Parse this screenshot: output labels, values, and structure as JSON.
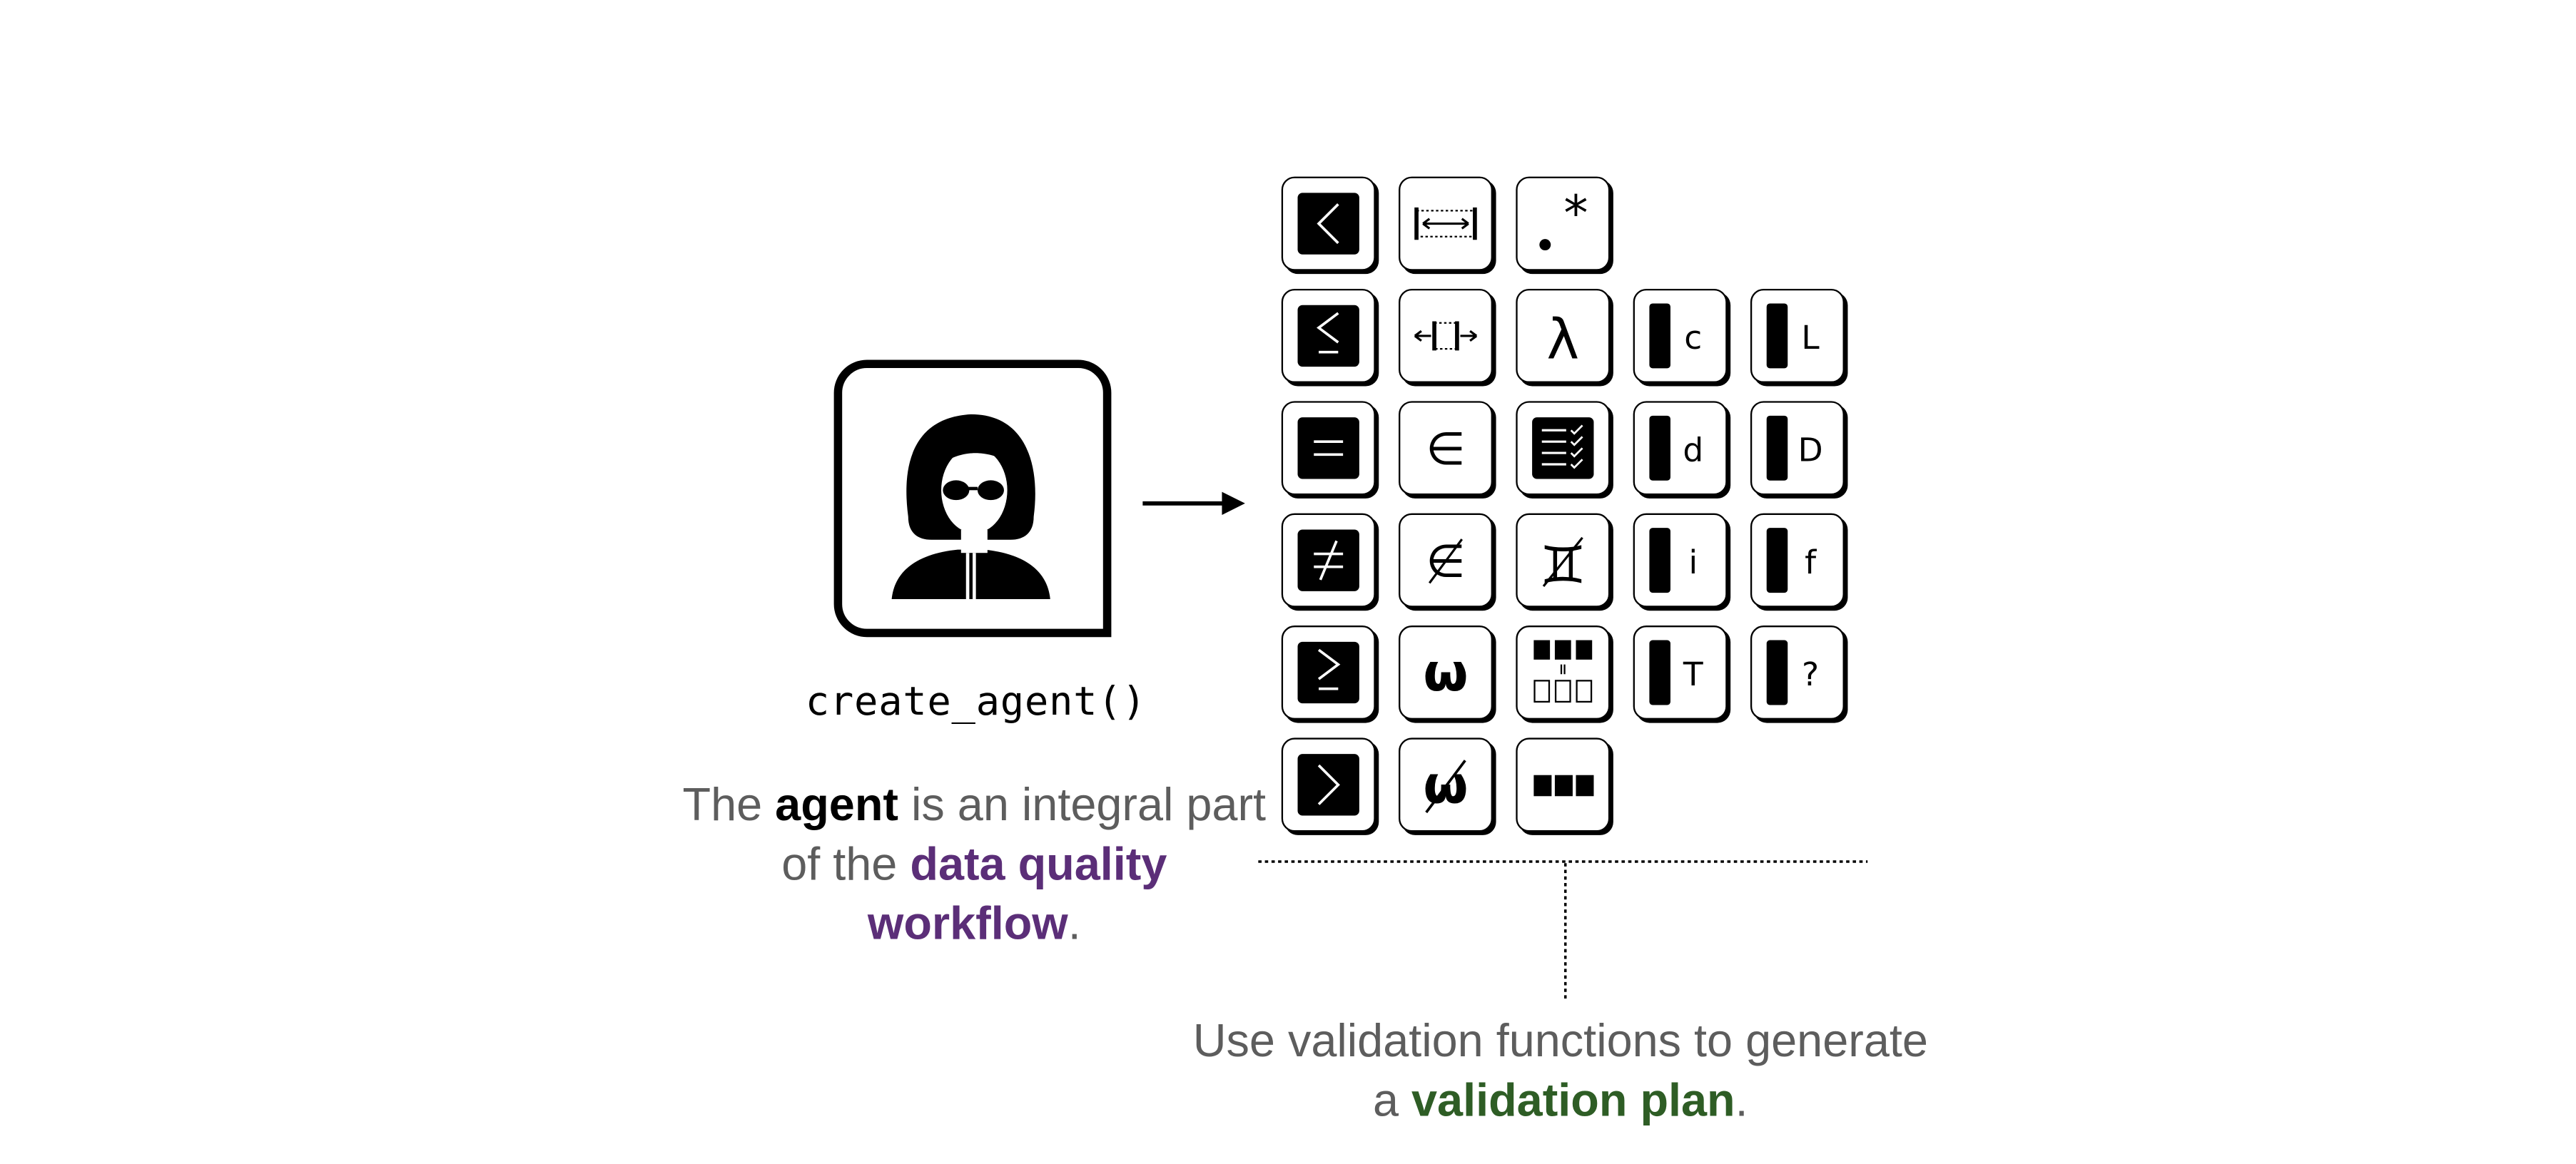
{
  "agent": {
    "icon": "agent-avatar-icon",
    "function_label": "create_agent()",
    "caption": {
      "pre": "The ",
      "bold": "agent",
      "mid": " is an integral part of the ",
      "accent": "data quality workflow",
      "post": "."
    }
  },
  "validation": {
    "caption": {
      "pre": "Use validation functions to generate a ",
      "accent": "validation plan",
      "post": "."
    },
    "tiles": [
      {
        "icon": "col-vals-lt-icon",
        "row": 0,
        "col": 0
      },
      {
        "icon": "col-vals-between-icon",
        "row": 0,
        "col": 1
      },
      {
        "icon": "col-vals-regex-icon",
        "row": 0,
        "col": 2
      },
      {
        "icon": "col-vals-lte-icon",
        "row": 1,
        "col": 0
      },
      {
        "icon": "col-vals-outside-icon",
        "row": 1,
        "col": 1
      },
      {
        "icon": "col-vals-expr-icon",
        "row": 1,
        "col": 2
      },
      {
        "icon": "col-is-character-icon",
        "row": 1,
        "col": 3,
        "letter": "c"
      },
      {
        "icon": "col-is-logical-icon",
        "row": 1,
        "col": 4,
        "letter": "L"
      },
      {
        "icon": "col-vals-equal-icon",
        "row": 2,
        "col": 0
      },
      {
        "icon": "col-vals-in-set-icon",
        "row": 2,
        "col": 1
      },
      {
        "icon": "conjointly-icon",
        "row": 2,
        "col": 2
      },
      {
        "icon": "col-is-numeric-icon",
        "row": 2,
        "col": 3,
        "letter": "d"
      },
      {
        "icon": "col-is-date-icon",
        "row": 2,
        "col": 4,
        "letter": "D"
      },
      {
        "icon": "col-vals-not-equal-icon",
        "row": 3,
        "col": 0
      },
      {
        "icon": "col-vals-not-in-set-icon",
        "row": 3,
        "col": 1
      },
      {
        "icon": "rows-distinct-not-icon",
        "row": 3,
        "col": 2
      },
      {
        "icon": "col-is-integer-icon",
        "row": 3,
        "col": 3,
        "letter": "i"
      },
      {
        "icon": "col-is-factor-icon",
        "row": 3,
        "col": 4,
        "letter": "f"
      },
      {
        "icon": "col-vals-gte-icon",
        "row": 4,
        "col": 0
      },
      {
        "icon": "col-vals-null-icon",
        "row": 4,
        "col": 1
      },
      {
        "icon": "col-schema-match-icon",
        "row": 4,
        "col": 2
      },
      {
        "icon": "col-is-posix-icon",
        "row": 4,
        "col": 3,
        "letter": "T"
      },
      {
        "icon": "col-is-unknown-icon",
        "row": 4,
        "col": 4,
        "letter": "?"
      },
      {
        "icon": "col-vals-gt-icon",
        "row": 5,
        "col": 0
      },
      {
        "icon": "col-vals-not-null-icon",
        "row": 5,
        "col": 1
      },
      {
        "icon": "col-exists-icon",
        "row": 5,
        "col": 2
      }
    ]
  },
  "colors": {
    "purple": "#5b2e78",
    "green": "#2e5d25",
    "caption_gray": "#5d5d5d"
  }
}
